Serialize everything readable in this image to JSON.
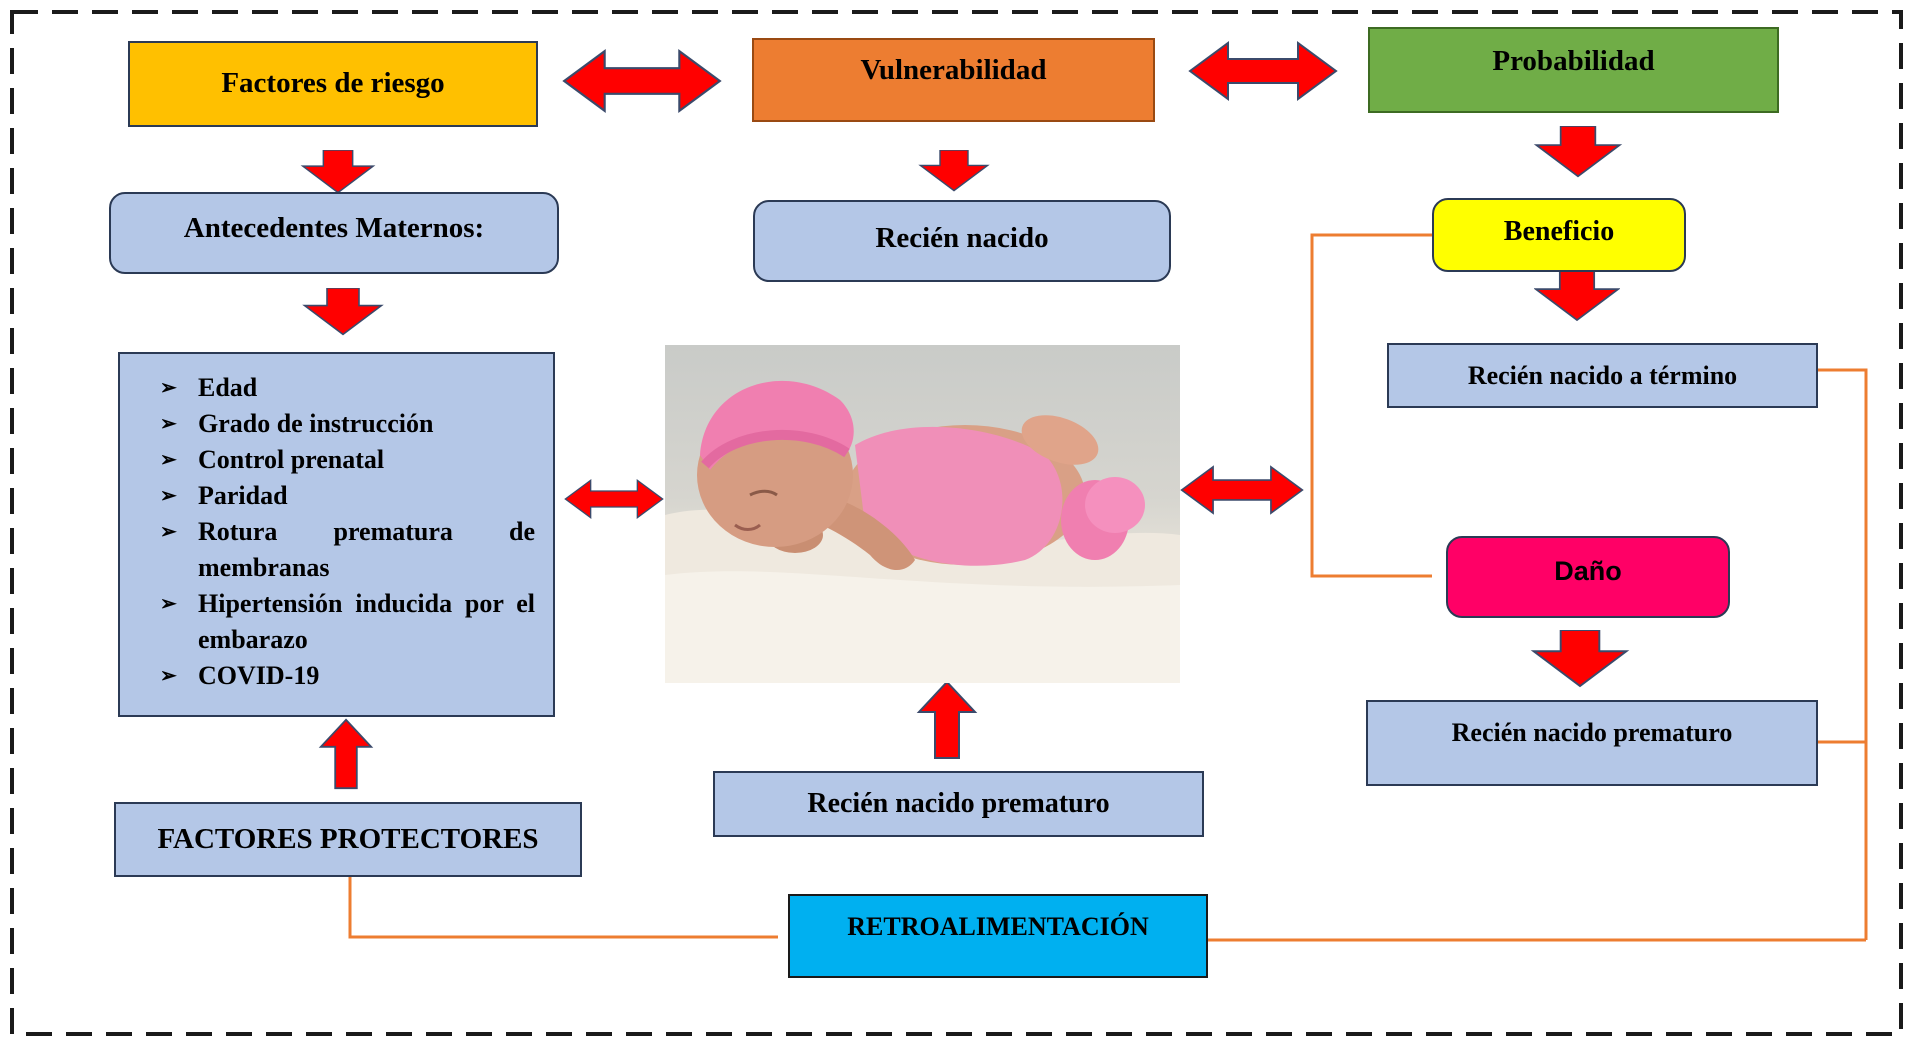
{
  "colors": {
    "risk": "#ffc000",
    "vulnerability": "#ed7d31",
    "probability": "#70ad47",
    "benefit": "#ffff00",
    "damage": "#ff0066",
    "feedback": "#00b0f0",
    "box": "#b4c7e7",
    "arrow": "#ff0000",
    "connector": "#ed7d31"
  },
  "top": {
    "risk_factors": "Factores de riesgo",
    "vulnerability": "Vulnerabilidad",
    "probability": "Probabilidad"
  },
  "left": {
    "maternal_history": "Antecedentes Maternos:",
    "factors": [
      "Edad",
      "Grado de instrucción",
      "Control prenatal",
      "Paridad",
      "Rotura prematura de membranas",
      "Hipertensión inducida por el embarazo",
      "COVID-19"
    ],
    "protective_factors": "FACTORES PROTECTORES"
  },
  "center": {
    "newborn": "Recién nacido",
    "premature_newborn": "Recién nacido prematuro"
  },
  "right": {
    "benefit": "Beneficio",
    "term_newborn": "Recién nacido a término",
    "damage": "Daño",
    "premature_newborn": "Recién nacido prematuro"
  },
  "feedback": "RETROALIMENTACIÓN",
  "icons": {
    "bullet": "arrowhead-bullet-icon",
    "photo": "premature-newborn-photo"
  }
}
